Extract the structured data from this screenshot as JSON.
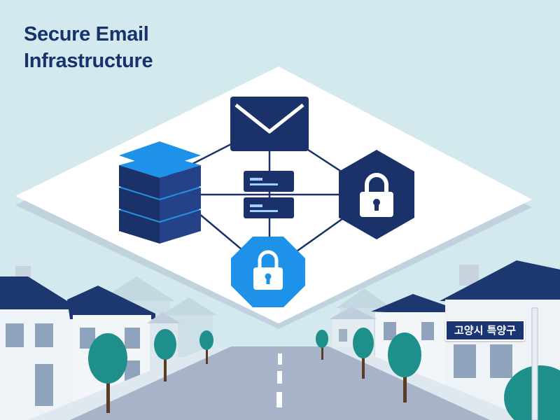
{
  "header": {
    "title_line1": "Secure Email",
    "title_line2": "Infrastructure"
  },
  "street_sign": {
    "text": "고양시 특양구"
  },
  "icons": [
    "envelope-icon",
    "database-stack-icon",
    "server-icon",
    "lock-hexagon-icon",
    "lock-octagon-icon"
  ],
  "colors": {
    "background": "#d3e9ee",
    "navy": "#16336d",
    "blue": "#1e92e8",
    "platform": "#ffffff",
    "tree": "#1f8f8c",
    "road": "#a6b3c9"
  }
}
